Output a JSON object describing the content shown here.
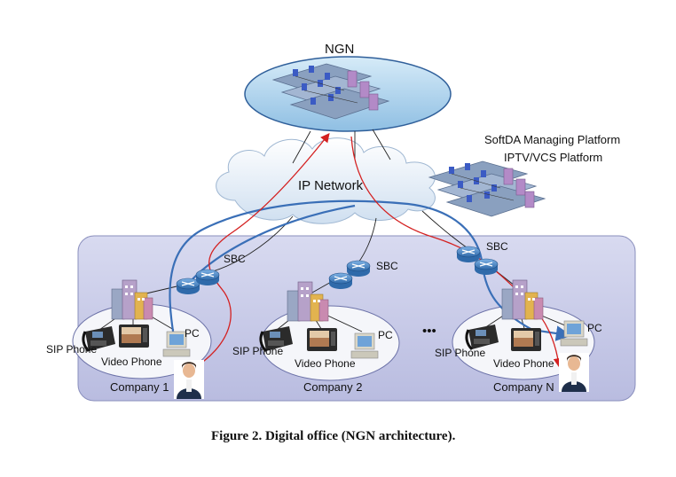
{
  "labels": {
    "ngn": "NGN",
    "ip_network": "IP Network",
    "platform_line1": "SoftDA Managing Platform",
    "platform_line2": "IPTV/VCS Platform",
    "ellipsis": "•••"
  },
  "companies": [
    {
      "name": "Company 1",
      "sbc": "SBC",
      "sip_phone": "SIP Phone",
      "video_phone": "Video Phone",
      "pc": "PC"
    },
    {
      "name": "Company 2",
      "sbc": "SBC",
      "sip_phone": "SIP Phone",
      "video_phone": "Video Phone",
      "pc": "PC"
    },
    {
      "name": "Company N",
      "sbc": "SBC",
      "sip_phone": "SIP Phone",
      "video_phone": "Video Phone",
      "pc": "PC"
    }
  ],
  "caption": "Figure 2. Digital office (NGN architecture).",
  "colors": {
    "ngn_fill": "#a9d0ec",
    "ngn_stroke": "#2f5f9a",
    "cloud_fill": "#e4eef7",
    "office_fill": "#c9cbe6",
    "office_stroke": "#6c72a8",
    "company_fill": "#f5f6fa",
    "signal_red": "#d42020",
    "signal_blue": "#3a6fb7",
    "link_black": "#222222"
  },
  "icons": [
    "server-cluster-icon",
    "router-icon",
    "building-icon",
    "sip-phone-icon",
    "video-phone-icon",
    "pc-icon",
    "person-icon"
  ]
}
